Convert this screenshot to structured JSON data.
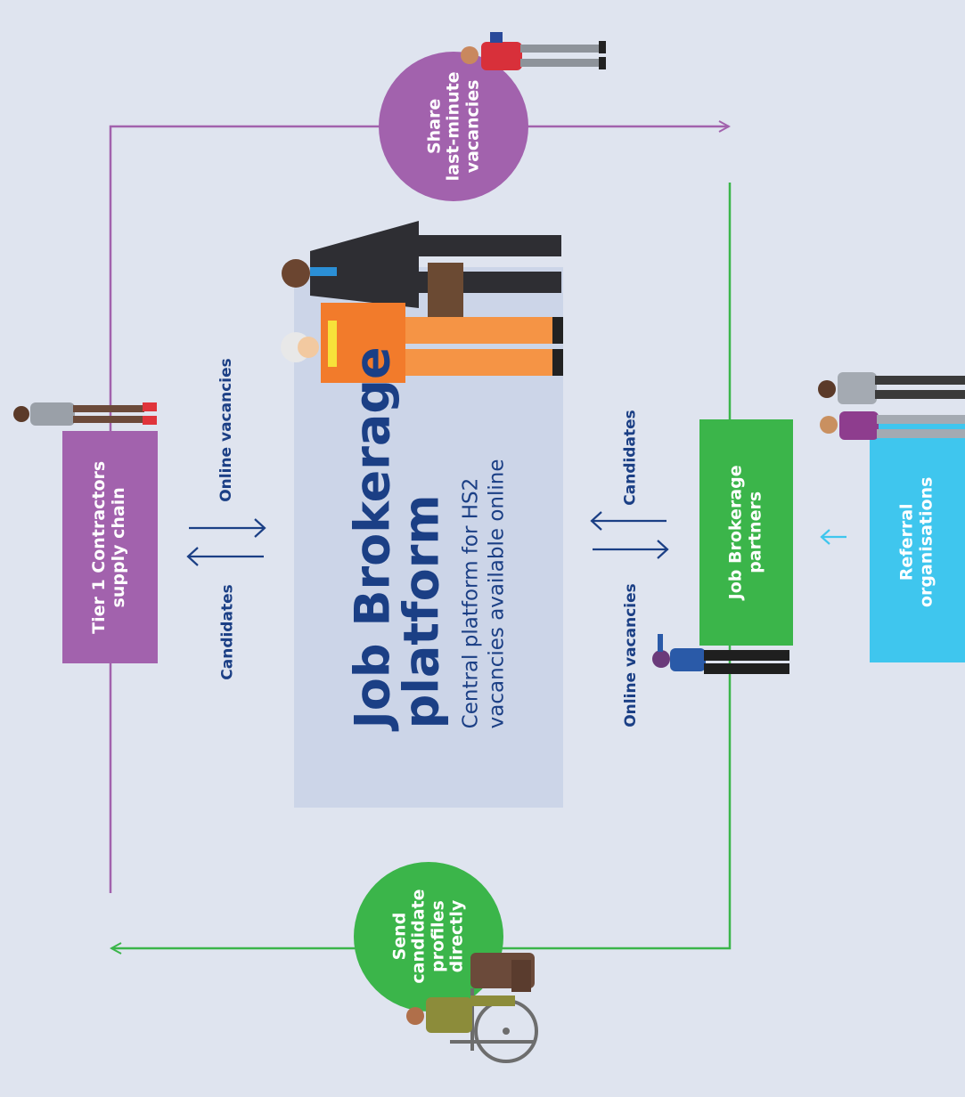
{
  "platform": {
    "title_line1": "Job Brokerage",
    "title_line2": "platform",
    "subtitle_line1": "Central platform for HS2",
    "subtitle_line2": "vacancies available online"
  },
  "tier1": {
    "line1": "Tier 1 Contractors",
    "line2": "supply chain"
  },
  "partners": {
    "line1": "Job Brokerage",
    "line2": "partners"
  },
  "referral": {
    "line1": "Referral",
    "line2": "organisations"
  },
  "share_circle": {
    "line1": "Share",
    "line2": "last-minute",
    "line3": "vacancies"
  },
  "send_circle": {
    "line1": "Send",
    "line2": "candidate",
    "line3": "profiles",
    "line4": "directly"
  },
  "flows": {
    "top_candidates": "Candidates",
    "top_online_vacancies": "Online vacancies",
    "bottom_candidates": "Candidates",
    "bottom_online_vacancies": "Online vacancies"
  },
  "colors": {
    "background": "#dfe4ef",
    "platform_panel": "#ccd5e8",
    "navy": "#1b3f85",
    "purple": "#a262ad",
    "green": "#3bb54a",
    "cyan": "#3fc6ee"
  },
  "icons": [
    "person-figure-icon",
    "wheelchair-user-icon",
    "arrow-icon"
  ]
}
